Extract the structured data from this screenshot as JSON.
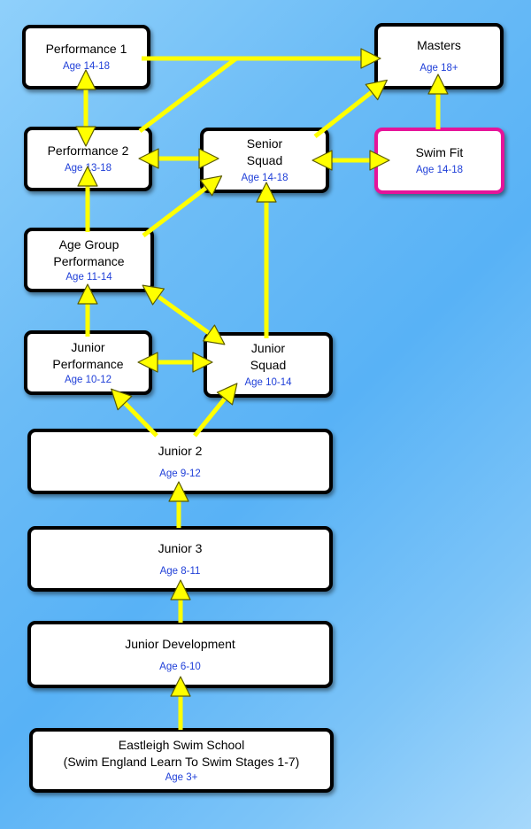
{
  "colors": {
    "arrow": "#ffff00",
    "arrow_outline": "#5a5a00",
    "node_border": "#000000",
    "highlight_border": "#e5149a",
    "age_text": "#1f3fd8"
  },
  "nodes": {
    "performance_1": {
      "name": "Performance 1",
      "age": "Age 14-18"
    },
    "masters": {
      "name": "Masters",
      "age": "Age 18+"
    },
    "performance_2": {
      "name": "Performance 2",
      "age": "Age 13-18"
    },
    "senior_squad": {
      "name": "Senior\nSquad",
      "age": "Age 14-18"
    },
    "swim_fit": {
      "name": "Swim Fit",
      "age": "Age 14-18"
    },
    "age_group_performance": {
      "name": "Age Group\nPerformance",
      "age": "Age 11-14"
    },
    "junior_performance": {
      "name": "Junior\nPerformance",
      "age": "Age 10-12"
    },
    "junior_squad": {
      "name": "Junior\nSquad",
      "age": "Age 10-14"
    },
    "junior_2": {
      "name": "Junior 2",
      "age": "Age 9-12"
    },
    "junior_3": {
      "name": "Junior 3",
      "age": "Age 8-11"
    },
    "junior_development": {
      "name": "Junior Development",
      "age": "Age 6-10"
    },
    "eastleigh_swim_school": {
      "name": "Eastleigh Swim School\n(Swim England Learn To Swim Stages 1-7)",
      "age": "Age 3+"
    }
  },
  "edges": [
    {
      "from": "Eastleigh Swim School",
      "to": "Junior Development",
      "direction": "forward"
    },
    {
      "from": "Junior Development",
      "to": "Junior 3",
      "direction": "forward"
    },
    {
      "from": "Junior 3",
      "to": "Junior 2",
      "direction": "forward"
    },
    {
      "from": "Junior 2",
      "to": "Junior Performance",
      "direction": "forward"
    },
    {
      "from": "Junior 2",
      "to": "Junior Squad",
      "direction": "forward"
    },
    {
      "from": "Junior Performance",
      "to": "Junior Squad",
      "direction": "both"
    },
    {
      "from": "Junior Performance",
      "to": "Age Group Performance",
      "direction": "forward"
    },
    {
      "from": "Age Group Performance",
      "to": "Junior Squad",
      "direction": "both"
    },
    {
      "from": "Age Group Performance",
      "to": "Performance 2",
      "direction": "forward"
    },
    {
      "from": "Age Group Performance",
      "to": "Senior Squad",
      "direction": "forward"
    },
    {
      "from": "Junior Squad",
      "to": "Senior Squad",
      "direction": "forward"
    },
    {
      "from": "Performance 2",
      "to": "Senior Squad",
      "direction": "both"
    },
    {
      "from": "Senior Squad",
      "to": "Swim Fit",
      "direction": "both"
    },
    {
      "from": "Performance 1",
      "to": "Performance 2",
      "direction": "both"
    },
    {
      "from": "Performance 1",
      "to": "Masters",
      "direction": "forward"
    },
    {
      "from": "Performance 2",
      "to": "Masters",
      "direction": "forward"
    },
    {
      "from": "Senior Squad",
      "to": "Masters",
      "direction": "forward"
    },
    {
      "from": "Swim Fit",
      "to": "Masters",
      "direction": "forward"
    }
  ]
}
